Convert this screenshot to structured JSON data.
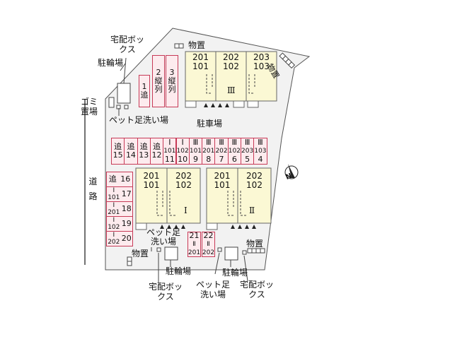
{
  "labels": {
    "storage": "物置",
    "bike_parking": "駐輪場",
    "delivery_box": "宅配ボックス",
    "pet_wash": "ペット足洗い場",
    "garbage": "ゴミ置場",
    "parking": "駐車場",
    "road": "道路"
  },
  "buildings": [
    {
      "name": "Ⅲ",
      "rooms": [
        "201",
        "202",
        "203",
        "101",
        "102",
        "103"
      ]
    },
    {
      "name": "Ⅰ",
      "rooms": [
        "201",
        "202",
        "101",
        "102"
      ]
    },
    {
      "name": "Ⅱ",
      "rooms": [
        "201",
        "202",
        "101",
        "102"
      ]
    }
  ],
  "parking_top": [
    {
      "num": "1",
      "label": "追"
    },
    {
      "num": "2",
      "label": "縦列"
    },
    {
      "num": "3",
      "label": "縦列"
    }
  ],
  "parking_row": [
    {
      "label": "追",
      "num": "15"
    },
    {
      "label": "追",
      "num": "14"
    },
    {
      "label": "追",
      "num": "13"
    },
    {
      "label": "追",
      "num": "12"
    },
    {
      "label": "Ⅰ",
      "sub": "101",
      "num": "11"
    },
    {
      "label": "Ⅰ",
      "sub": "102",
      "num": "10"
    },
    {
      "label": "Ⅲ",
      "sub": "101",
      "num": "9"
    },
    {
      "label": "Ⅲ",
      "sub": "201",
      "num": "8"
    },
    {
      "label": "Ⅲ",
      "sub": "202",
      "num": "7"
    },
    {
      "label": "Ⅲ",
      "sub": "102",
      "num": "6"
    },
    {
      "label": "Ⅲ",
      "sub": "203",
      "num": "5"
    },
    {
      "label": "Ⅲ",
      "sub": "103",
      "num": "4"
    }
  ],
  "parking_left": [
    {
      "label": "追",
      "num": "16"
    },
    {
      "label": "Ⅰ",
      "sub": "101",
      "num": "17"
    },
    {
      "label": "Ⅰ",
      "sub": "201",
      "num": "18"
    },
    {
      "label": "Ⅰ",
      "sub": "102",
      "num": "19"
    },
    {
      "label": "Ⅰ",
      "sub": "202",
      "num": "20"
    }
  ],
  "parking_bottom": [
    {
      "num": "21",
      "label": "Ⅱ",
      "sub": "201"
    },
    {
      "num": "22",
      "label": "Ⅱ",
      "sub": "202"
    }
  ],
  "compass": "N"
}
